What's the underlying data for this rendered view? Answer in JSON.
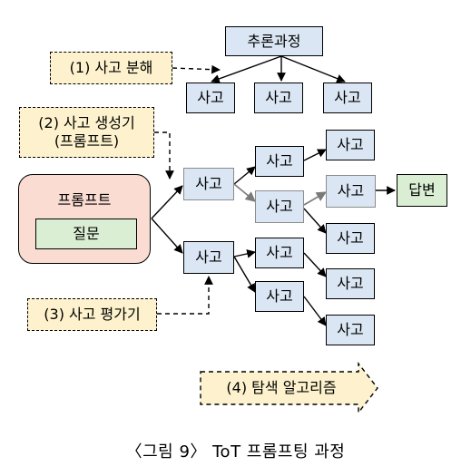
{
  "diagram": {
    "root": "추론과정",
    "thought_label": "사고",
    "answer": "답변",
    "prompt_title": "프롬프트",
    "question": "질문",
    "notes": {
      "decompose": "(1) 사고 분해",
      "generator_line1": "(2) 사고 생성기",
      "generator_line2": "(프롬프트)",
      "evaluator": "(3) 사고 평가기",
      "search": "(4) 탐색 알고리즘"
    },
    "caption": "〈그림 9〉 ToT 프롬프팅 과정"
  }
}
